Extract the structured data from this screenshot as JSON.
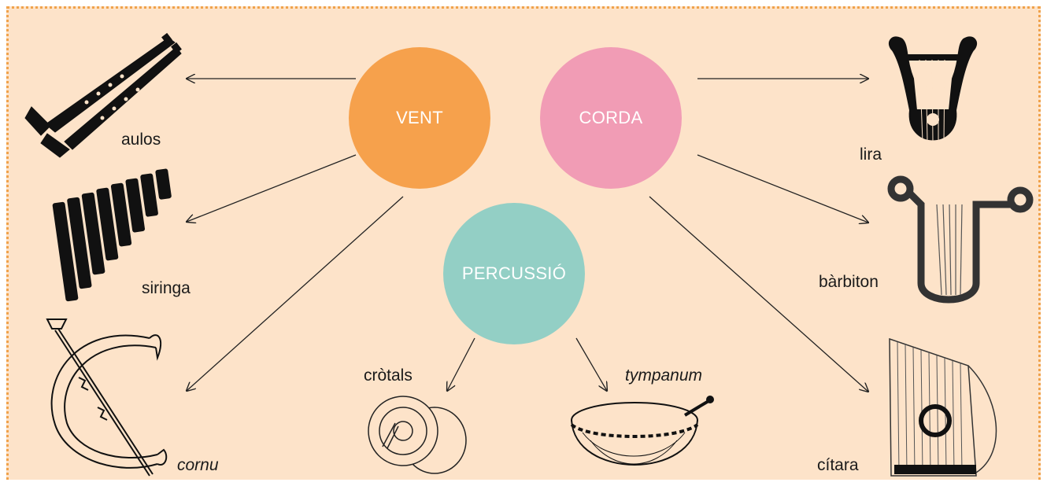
{
  "colors": {
    "background": "#fde3c9",
    "border": "#f0a24b",
    "vent": "#f6a14c",
    "corda": "#f19cb5",
    "percussio": "#93cfc5"
  },
  "categories": {
    "vent": "VENT",
    "corda": "CORDA",
    "percussio": "PERCUSSIÓ"
  },
  "instruments": {
    "aulos": "aulos",
    "siringa": "siringa",
    "cornu": "cornu",
    "lira": "lira",
    "barbiton": "bàrbiton",
    "citara": "cítara",
    "crotals": "cròtals",
    "tympanum": "tympanum"
  },
  "icons": [
    "aulos-icon",
    "syrinx-icon",
    "cornu-icon",
    "lyre-icon",
    "barbiton-icon",
    "kithara-icon",
    "crotals-icon",
    "tympanum-icon"
  ]
}
